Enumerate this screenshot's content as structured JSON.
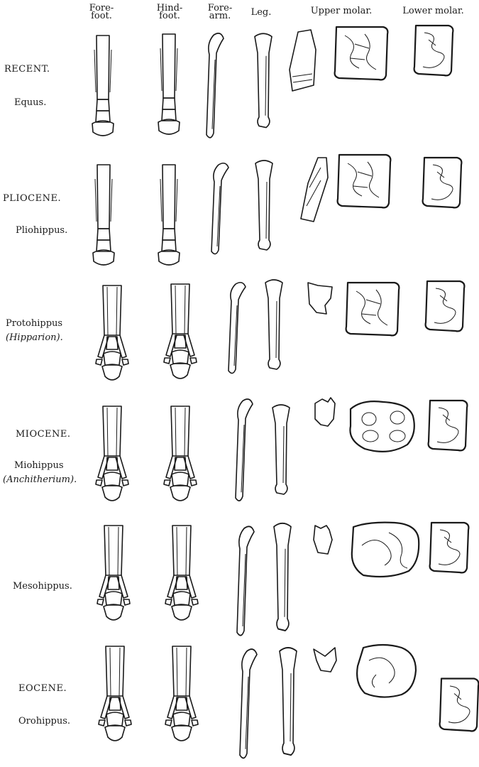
{
  "headers": {
    "forefoot": [
      "Fore-",
      "foot."
    ],
    "hindfoot": [
      "Hind-",
      "foot."
    ],
    "forearm": [
      "Fore-",
      "arm."
    ],
    "leg": "Leg.",
    "upper_molar": "Upper molar.",
    "lower_molar": "Lower molar."
  },
  "rows": [
    {
      "era": "RECENT.",
      "genus": "Equus.",
      "genus_alt": ""
    },
    {
      "era": "PLIOCENE.",
      "genus": "Pliohippus.",
      "genus_alt": ""
    },
    {
      "era": "",
      "genus": "Protohippus",
      "genus_alt": "(Hipparion)."
    },
    {
      "era": "MIOCENE.",
      "genus": "Miohippus",
      "genus_alt": "(Anchitherium)."
    },
    {
      "era": "",
      "genus": "Mesohippus.",
      "genus_alt": ""
    },
    {
      "era": "EOCENE.",
      "genus": "Orohippus.",
      "genus_alt": ""
    }
  ]
}
